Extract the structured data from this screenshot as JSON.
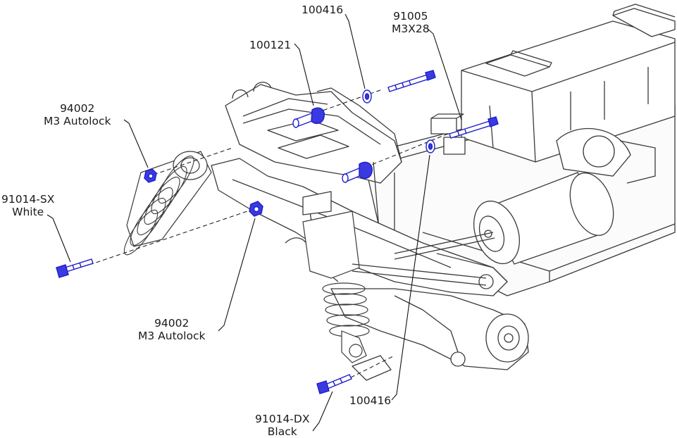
{
  "colors": {
    "line": "#3a3a3a",
    "part": "#1d1dcc",
    "part_fill": "#3a3ae0",
    "leader": "#111111",
    "background": "#ffffff"
  },
  "parts": {
    "washer_top": {
      "code": "100416"
    },
    "screw_top": {
      "code": "91005",
      "spec": "M3X28"
    },
    "ball_stud": {
      "code": "100121"
    },
    "nut_left": {
      "code": "94002",
      "spec": "M3 Autolock"
    },
    "screw_left": {
      "code": "91014-SX",
      "spec": "White"
    },
    "nut_mid": {
      "code": "94002",
      "spec": "M3 Autolock"
    },
    "washer_bottom": {
      "code": "100416"
    },
    "screw_bottom": {
      "code": "91014-DX",
      "spec": "Black"
    }
  },
  "icons": {
    "battery_logo": "wrc-logo-icon"
  }
}
